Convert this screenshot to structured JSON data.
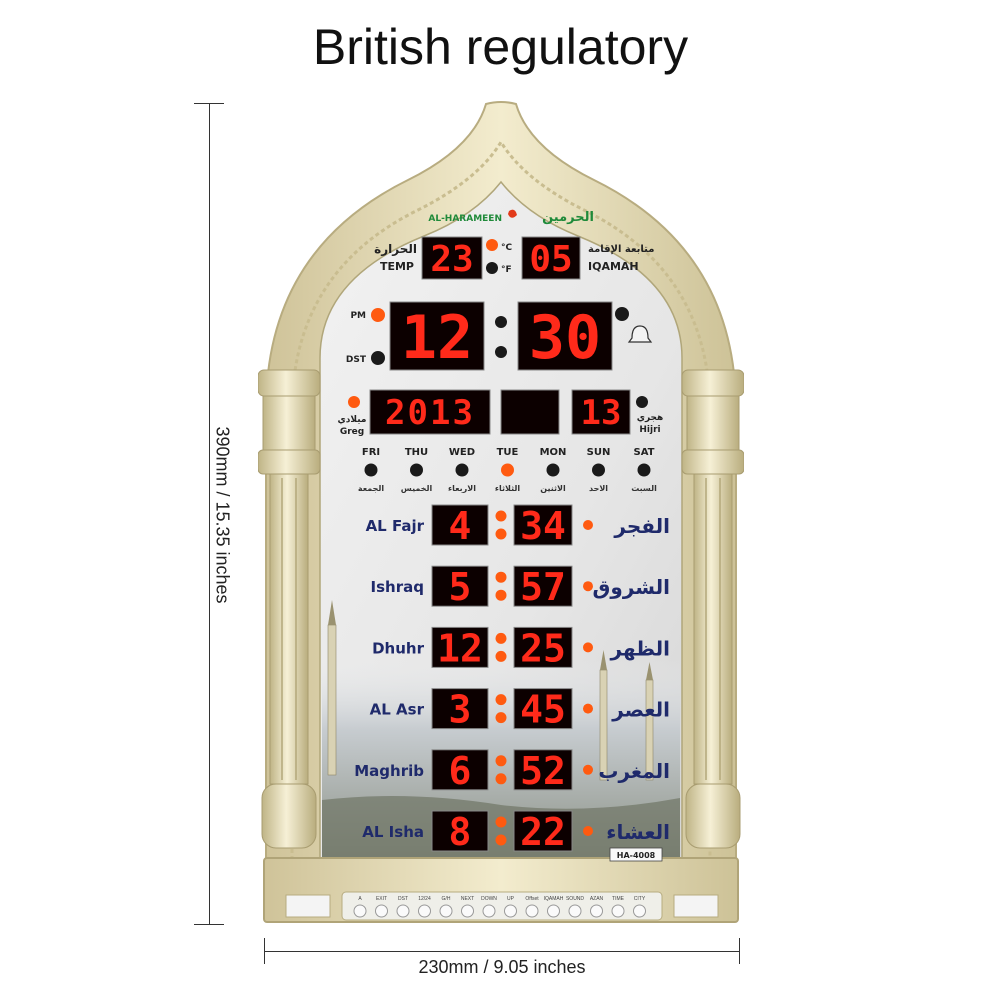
{
  "title": "British regulatory",
  "dimensions": {
    "height": "390mm / 15.35 inches",
    "width": "230mm / 9.05 inches"
  },
  "clock": {
    "brand_en": "AL-HARAMEEN",
    "brand_ar": "الحرمين",
    "model": "HA-4008",
    "temp": {
      "label_ar": "الحرارة",
      "label_en": "TEMP",
      "value": "23",
      "unit_c": "°C",
      "unit_f": "°F"
    },
    "iqamah": {
      "label_ar": "متابعة الإقامة",
      "label_en": "IQAMAH",
      "value": "05"
    },
    "time": {
      "hours": "12",
      "minutes": "30",
      "pm_label": "PM",
      "dst_label": "DST"
    },
    "date": {
      "year": "2013",
      "hijri_day": "13",
      "greg_ar": "ميلادي",
      "greg_en": "Greg",
      "hijri_ar": "هجري",
      "hijri_en": "Hijri"
    },
    "days": [
      {
        "en": "FRI",
        "ar": "الجمعة",
        "active": false
      },
      {
        "en": "THU",
        "ar": "الخميس",
        "active": false
      },
      {
        "en": "WED",
        "ar": "الاربعاء",
        "active": false
      },
      {
        "en": "TUE",
        "ar": "الثلاثاء",
        "active": true
      },
      {
        "en": "MON",
        "ar": "الاثنين",
        "active": false
      },
      {
        "en": "SUN",
        "ar": "الاحد",
        "active": false
      },
      {
        "en": "SAT",
        "ar": "السبت",
        "active": false
      }
    ],
    "prayers": [
      {
        "en": "AL Fajr",
        "ar": "الفجر",
        "hour": "4",
        "minute": "34"
      },
      {
        "en": "Ishraq",
        "ar": "الشروق",
        "hour": "5",
        "minute": "57"
      },
      {
        "en": "Dhuhr",
        "ar": "الظهر",
        "hour": "12",
        "minute": "25"
      },
      {
        "en": "AL Asr",
        "ar": "العصر",
        "hour": "3",
        "minute": "45"
      },
      {
        "en": "Maghrib",
        "ar": "المغرب",
        "hour": "6",
        "minute": "52"
      },
      {
        "en": "AL Isha",
        "ar": "العشاء",
        "hour": "8",
        "minute": "22"
      }
    ],
    "buttons": [
      "A",
      "EXIT",
      "DST",
      "12/24",
      "G/H",
      "NEXT",
      "DOWN",
      "UP",
      "Offset",
      "IQAMAH",
      "SOUND",
      "AZAN",
      "TIME",
      "CITY"
    ]
  },
  "colors": {
    "frame": "#ece3bf",
    "led_on": "#ff2a1a",
    "led_panel": "#0c0000",
    "indicator_on": "#ff5a10",
    "prayer_label": "#1f2a6b"
  }
}
